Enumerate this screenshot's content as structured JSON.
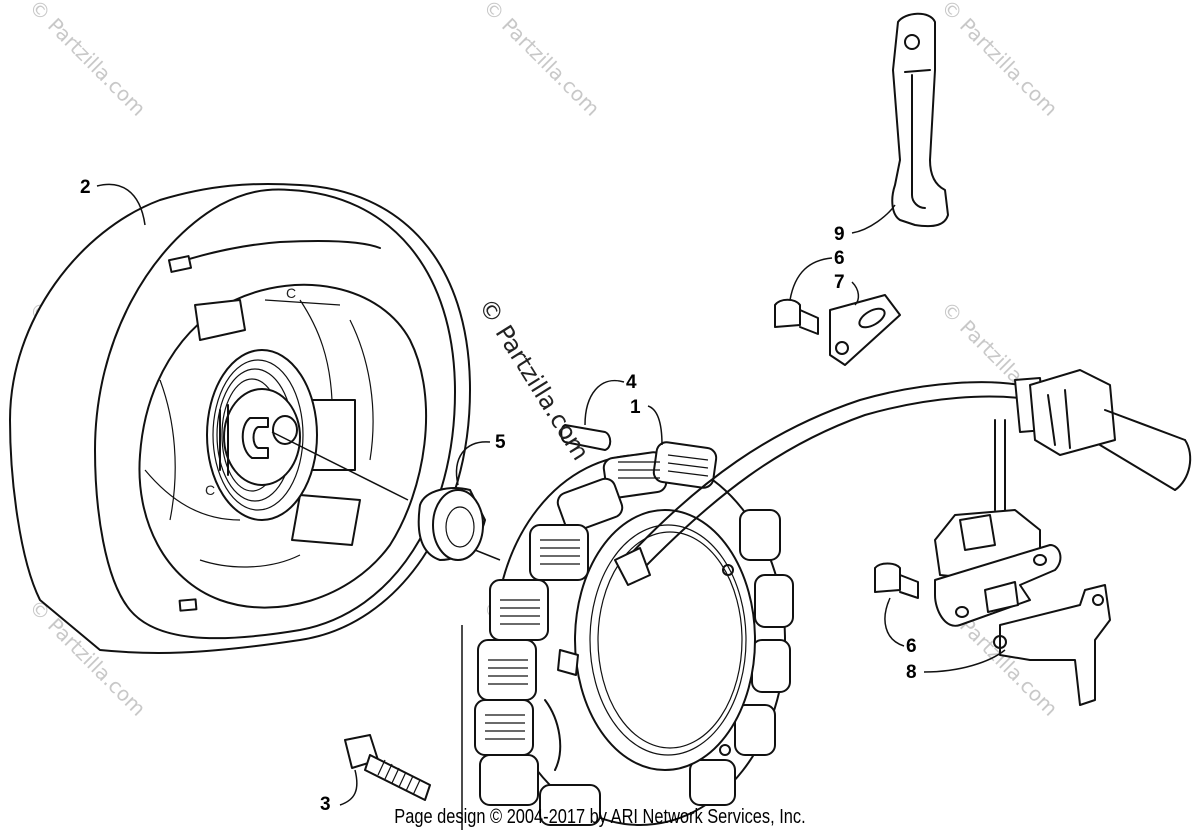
{
  "watermarks": {
    "tile": "© Partzilla.com",
    "center": "© Partzilla.com"
  },
  "callouts": {
    "c1": "1",
    "c2": "2",
    "c3": "3",
    "c4": "4",
    "c5": "5",
    "c6a": "6",
    "c6b": "6",
    "c7": "7",
    "c8": "8",
    "c9": "9"
  },
  "footer": {
    "text": "Page design © 2004-2017 by ARI Network Services, Inc."
  }
}
